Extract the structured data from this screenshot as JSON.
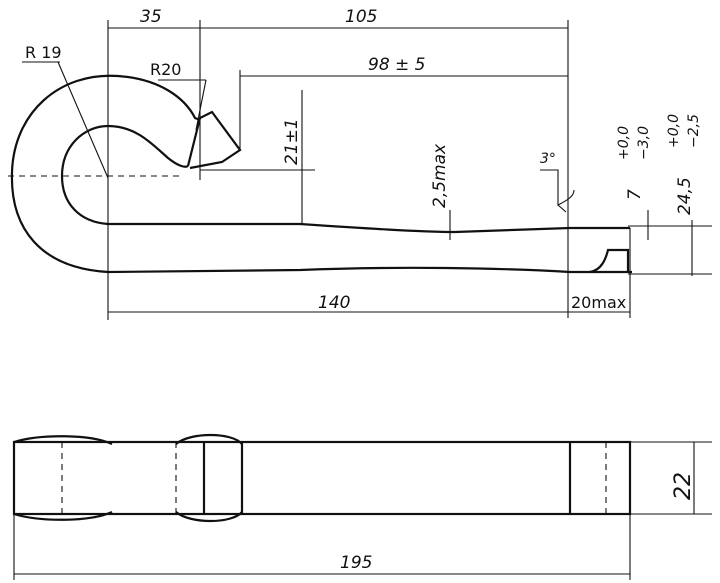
{
  "dimensions": {
    "d35": "35",
    "d105": "105",
    "d98": "98 ± 5",
    "r19": "R 19",
    "r20": "R20",
    "d21": "21±1",
    "d25max": "2,5max",
    "d3deg": "3°",
    "d7": "7",
    "d7_tol_upper": "+0,0",
    "d7_tol_lower": "−3,0",
    "d245": "24,5",
    "d245_tol_upper": "+0,0",
    "d245_tol_lower": "−2,5",
    "d140": "140",
    "d20max": "20max",
    "d22": "22",
    "d195": "195"
  }
}
